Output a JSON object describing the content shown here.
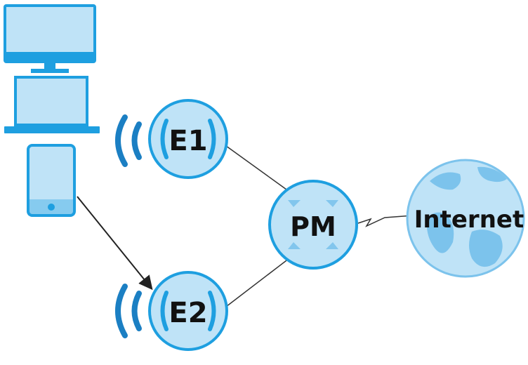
{
  "diagram": {
    "colors": {
      "fill_light": "#bfe3f7",
      "fill_mid": "#7cc3ec",
      "stroke_blue": "#1e9fe0",
      "dark_blue": "#1b7fc3",
      "text": "#111111",
      "link": "#222222"
    },
    "nodes": {
      "e1": {
        "label": "E1"
      },
      "e2": {
        "label": "E2"
      },
      "pm": {
        "label": "PM"
      },
      "internet": {
        "label": "Internet"
      }
    },
    "devices": [
      "desktop-icon",
      "laptop-icon",
      "tablet-icon"
    ]
  }
}
